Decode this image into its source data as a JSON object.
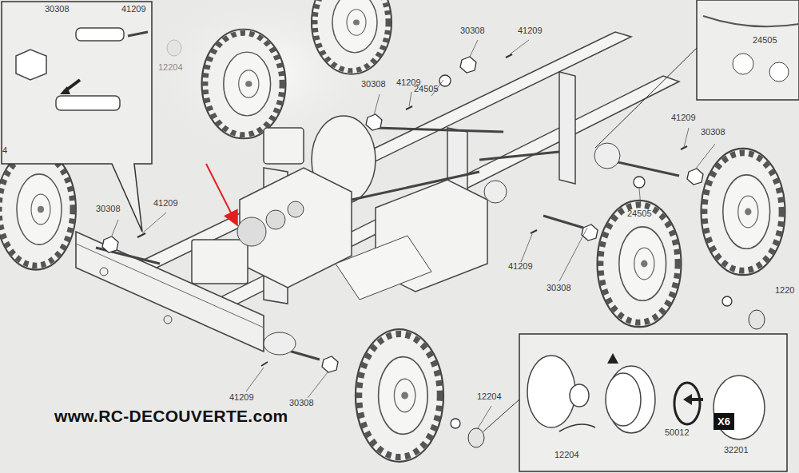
{
  "diagram": {
    "labels": [
      "30308",
      "41209",
      "12204",
      "30308",
      "41209",
      "24505",
      "30308",
      "41209",
      "24505",
      "41209",
      "30308",
      "24505",
      "4",
      "41209",
      "30308",
      "41209",
      "30308",
      "1220",
      "41209",
      "30308",
      "12204",
      "www.RC-DECOUVERTE.com",
      "X6",
      "12204",
      "50012",
      "32201"
    ]
  }
}
